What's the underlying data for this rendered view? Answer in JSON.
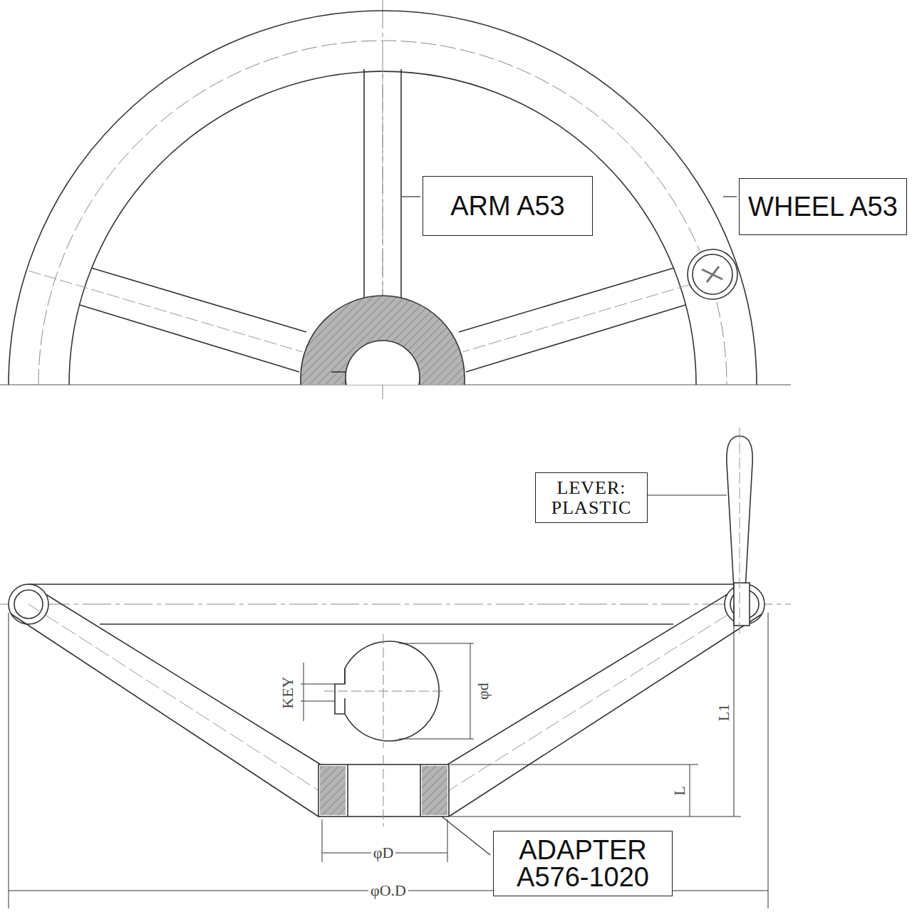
{
  "diagram": {
    "nodes": [
      {
        "text": [
          "ARM A53"
        ]
      },
      {
        "text": [
          "WHEEL A53"
        ]
      },
      {
        "text": [
          "LEVER: PLASTIC"
        ]
      },
      {
        "text": [
          "ADAPTER A576-1020"
        ]
      }
    ],
    "labels": [
      "KEY",
      "φd",
      "L",
      "L1",
      "φD",
      "φO.D"
    ]
  }
}
